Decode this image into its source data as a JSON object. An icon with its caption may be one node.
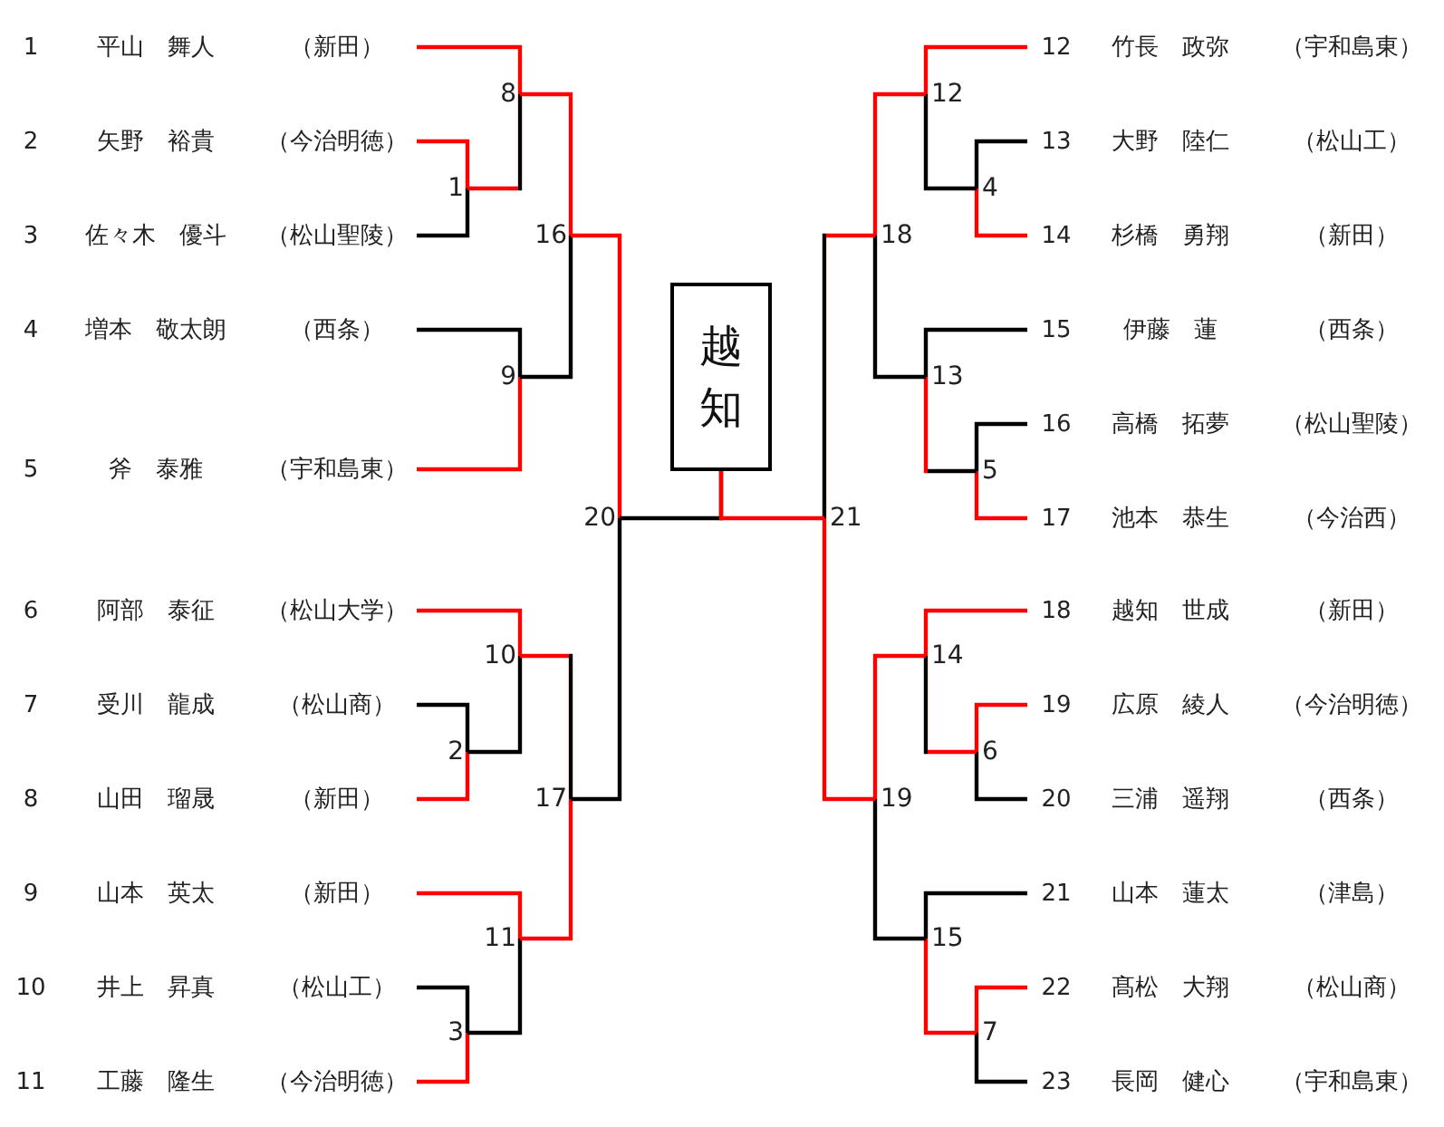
{
  "diagram": {
    "nodes": [
      {
        "text": [
          "1",
          "平山　舞人",
          "（新田）"
        ]
      },
      {
        "text": [
          "2",
          "矢野　裕貴",
          "（今治明徳）"
        ]
      },
      {
        "text": [
          "3",
          "佐々木　優斗",
          "（松山聖陵）"
        ]
      },
      {
        "text": [
          "4",
          "増本　敬太朗",
          "（西条）"
        ]
      },
      {
        "text": [
          "5",
          "斧　泰雅",
          "（宇和島東）"
        ]
      },
      {
        "text": [
          "6",
          "阿部　泰征",
          "（松山大学）"
        ]
      },
      {
        "text": [
          "7",
          "受川　龍成",
          "（松山商）"
        ]
      },
      {
        "text": [
          "8",
          "山田　瑠晟",
          "（新田）"
        ]
      },
      {
        "text": [
          "9",
          "山本　英太",
          "（新田）"
        ]
      },
      {
        "text": [
          "10",
          "井上　昇真",
          "（松山工）"
        ]
      },
      {
        "text": [
          "11",
          "工藤　隆生",
          "（今治明徳）"
        ]
      },
      {
        "text": [
          "12",
          "竹長　政弥",
          "（宇和島東）"
        ]
      },
      {
        "text": [
          "13",
          "大野　陸仁",
          "（松山工）"
        ]
      },
      {
        "text": [
          "14",
          "杉橋　勇翔",
          "（新田）"
        ]
      },
      {
        "text": [
          "15",
          "伊藤　蓮",
          "（西条）"
        ]
      },
      {
        "text": [
          "16",
          "高橋　拓夢",
          "（松山聖陵）"
        ]
      },
      {
        "text": [
          "17",
          "池本　恭生",
          "（今治西）"
        ]
      },
      {
        "text": [
          "18",
          "越知　世成",
          "（新田）"
        ]
      },
      {
        "text": [
          "19",
          "広原　綾人",
          "（今治明徳）"
        ]
      },
      {
        "text": [
          "20",
          "三浦　遥翔",
          "（西条）"
        ]
      },
      {
        "text": [
          "21",
          "山本　蓮太",
          "（津島）"
        ]
      },
      {
        "text": [
          "22",
          "髙松　大翔",
          "（松山商）"
        ]
      },
      {
        "text": [
          "23",
          "長岡　健心",
          "（宇和島東）"
        ]
      },
      {
        "text": [
          "1"
        ]
      },
      {
        "text": [
          "2"
        ]
      },
      {
        "text": [
          "3"
        ]
      },
      {
        "text": [
          "4"
        ]
      },
      {
        "text": [
          "5"
        ]
      },
      {
        "text": [
          "6"
        ]
      },
      {
        "text": [
          "7"
        ]
      },
      {
        "text": [
          "8"
        ]
      },
      {
        "text": [
          "9"
        ]
      },
      {
        "text": [
          "10"
        ]
      },
      {
        "text": [
          "11"
        ]
      },
      {
        "text": [
          "12"
        ]
      },
      {
        "text": [
          "13"
        ]
      },
      {
        "text": [
          "14"
        ]
      },
      {
        "text": [
          "15"
        ]
      },
      {
        "text": [
          "16"
        ]
      },
      {
        "text": [
          "17"
        ]
      },
      {
        "text": [
          "18"
        ]
      },
      {
        "text": [
          "19"
        ]
      },
      {
        "text": [
          "20"
        ]
      },
      {
        "text": [
          "21"
        ]
      },
      {
        "text": [
          "越知"
        ]
      }
    ],
    "edges": [
      {
        "from": 1,
        "to": 23,
        "arrow": "none",
        "color": "#ff0000"
      },
      {
        "from": 2,
        "to": 23,
        "arrow": "none",
        "color": "#000000"
      },
      {
        "from": 0,
        "to": 30,
        "arrow": "none",
        "color": "#ff0000"
      },
      {
        "from": 23,
        "to": 30,
        "arrow": "none",
        "color": "#000000"
      },
      {
        "from": 3,
        "to": 31,
        "arrow": "none",
        "color": "#000000"
      },
      {
        "from": 4,
        "to": 31,
        "arrow": "none",
        "color": "#ff0000"
      },
      {
        "from": 30,
        "to": 38,
        "arrow": "none",
        "color": "#ff0000"
      },
      {
        "from": 31,
        "to": 38,
        "arrow": "none",
        "color": "#000000"
      },
      {
        "from": 6,
        "to": 24,
        "arrow": "none",
        "color": "#000000"
      },
      {
        "from": 7,
        "to": 24,
        "arrow": "none",
        "color": "#ff0000"
      },
      {
        "from": 5,
        "to": 32,
        "arrow": "none",
        "color": "#ff0000"
      },
      {
        "from": 24,
        "to": 32,
        "arrow": "none",
        "color": "#000000"
      },
      {
        "from": 9,
        "to": 25,
        "arrow": "none",
        "color": "#000000"
      },
      {
        "from": 10,
        "to": 25,
        "arrow": "none",
        "color": "#ff0000"
      },
      {
        "from": 8,
        "to": 33,
        "arrow": "none",
        "color": "#ff0000"
      },
      {
        "from": 25,
        "to": 33,
        "arrow": "none",
        "color": "#000000"
      },
      {
        "from": 32,
        "to": 39,
        "arrow": "none",
        "color": "#000000"
      },
      {
        "from": 33,
        "to": 39,
        "arrow": "none",
        "color": "#ff0000"
      },
      {
        "from": 38,
        "to": 42,
        "arrow": "none",
        "color": "#ff0000"
      },
      {
        "from": 39,
        "to": 42,
        "arrow": "none",
        "color": "#000000"
      },
      {
        "from": 12,
        "to": 26,
        "arrow": "none",
        "color": "#000000"
      },
      {
        "from": 13,
        "to": 26,
        "arrow": "none",
        "color": "#ff0000"
      },
      {
        "from": 11,
        "to": 34,
        "arrow": "none",
        "color": "#ff0000"
      },
      {
        "from": 26,
        "to": 34,
        "arrow": "none",
        "color": "#000000"
      },
      {
        "from": 15,
        "to": 27,
        "arrow": "none",
        "color": "#000000"
      },
      {
        "from": 16,
        "to": 27,
        "arrow": "none",
        "color": "#ff0000"
      },
      {
        "from": 14,
        "to": 35,
        "arrow": "none",
        "color": "#000000"
      },
      {
        "from": 27,
        "to": 35,
        "arrow": "none",
        "color": "#ff0000"
      },
      {
        "from": 34,
        "to": 40,
        "arrow": "none",
        "color": "#ff0000"
      },
      {
        "from": 35,
        "to": 40,
        "arrow": "none",
        "color": "#000000"
      },
      {
        "from": 18,
        "to": 28,
        "arrow": "none",
        "color": "#ff0000"
      },
      {
        "from": 19,
        "to": 28,
        "arrow": "none",
        "color": "#000000"
      },
      {
        "from": 17,
        "to": 36,
        "arrow": "none",
        "color": "#ff0000"
      },
      {
        "from": 28,
        "to": 36,
        "arrow": "none",
        "color": "#000000"
      },
      {
        "from": 21,
        "to": 29,
        "arrow": "none",
        "color": "#ff0000"
      },
      {
        "from": 22,
        "to": 29,
        "arrow": "none",
        "color": "#000000"
      },
      {
        "from": 20,
        "to": 37,
        "arrow": "none",
        "color": "#000000"
      },
      {
        "from": 29,
        "to": 37,
        "arrow": "none",
        "color": "#ff0000"
      },
      {
        "from": 36,
        "to": 41,
        "arrow": "none",
        "color": "#ff0000"
      },
      {
        "from": 37,
        "to": 41,
        "arrow": "none",
        "color": "#000000"
      },
      {
        "from": 40,
        "to": 43,
        "arrow": "none",
        "color": "#000000"
      },
      {
        "from": 41,
        "to": 43,
        "arrow": "none",
        "color": "#ff0000"
      },
      {
        "from": 42,
        "to": 44,
        "arrow": "none",
        "color": "#000000"
      },
      {
        "from": 43,
        "to": 44,
        "arrow": "none",
        "color": "#ff0000"
      }
    ]
  }
}
